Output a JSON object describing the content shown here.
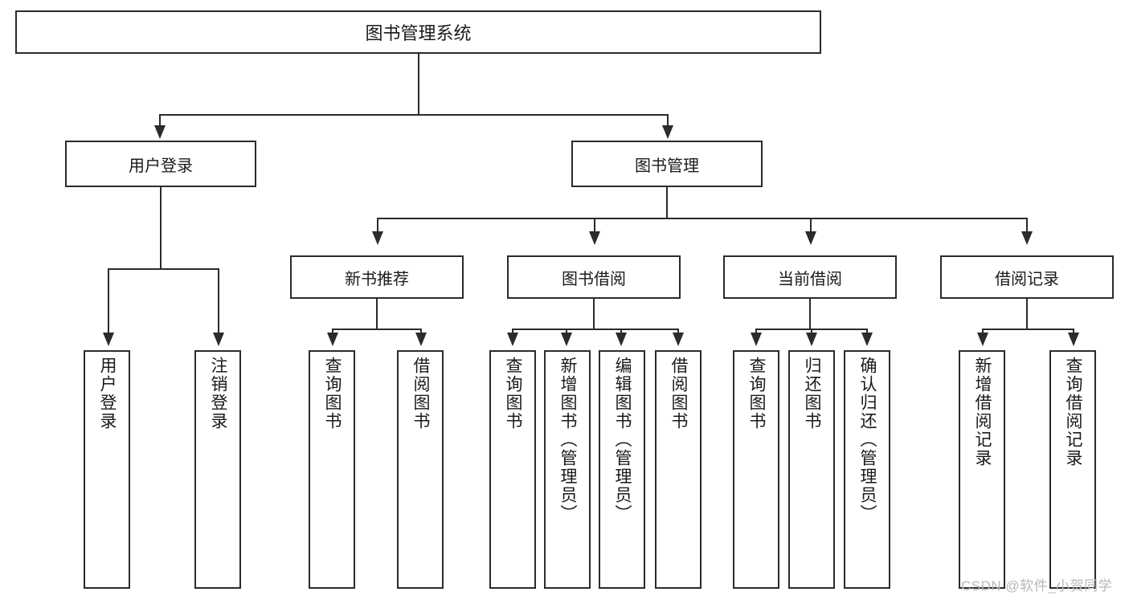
{
  "diagram": {
    "title": "图书管理系统",
    "type": "tree-hierarchy",
    "root": {
      "label": "图书管理系统"
    },
    "level2": [
      {
        "label": "用户登录"
      },
      {
        "label": "图书管理"
      }
    ],
    "level3": [
      {
        "label": "新书推荐"
      },
      {
        "label": "图书借阅"
      },
      {
        "label": "当前借阅"
      },
      {
        "label": "借阅记录"
      }
    ],
    "leaves": {
      "user_login": [
        {
          "label": "用户登录"
        },
        {
          "label": "注销登录"
        }
      ],
      "new_book_recommend": [
        {
          "label": "查询图书"
        },
        {
          "label": "借阅图书"
        }
      ],
      "book_borrow": [
        {
          "label": "查询图书"
        },
        {
          "label": "新增图书（管理员）"
        },
        {
          "label": "编辑图书（管理员）"
        },
        {
          "label": "借阅图书"
        }
      ],
      "current_borrow": [
        {
          "label": "查询图书"
        },
        {
          "label": "归还图书"
        },
        {
          "label": "确认归还（管理员）"
        }
      ],
      "borrow_record": [
        {
          "label": "新增借阅记录"
        },
        {
          "label": "查询借阅记录"
        }
      ]
    }
  },
  "watermark": {
    "text": "CSDN @软件_小贺同学"
  },
  "colors": {
    "stroke": "#2b2b2b",
    "background": "#ffffff",
    "text": "#1a1a1a",
    "watermark": "#b8b8b8"
  }
}
